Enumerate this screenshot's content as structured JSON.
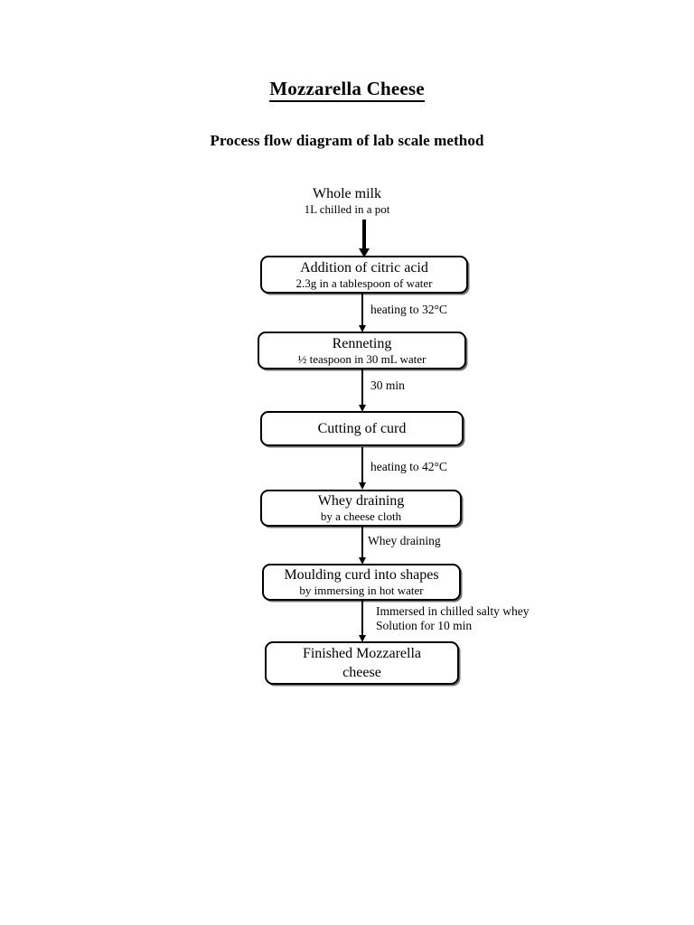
{
  "document": {
    "title": "Mozzarella Cheese",
    "subtitle": "Process flow diagram of lab scale method"
  },
  "flowchart": {
    "type": "process-flow-diagram",
    "orientation": "top-to-bottom",
    "start_node": {
      "main": "Whole milk",
      "sub": "1L chilled in a pot"
    },
    "nodes": [
      {
        "main": "Addition of citric acid",
        "sub": "2.3g in a tablespoon of water"
      },
      {
        "main": "Renneting",
        "sub": "½ teaspoon in 30 mL water"
      },
      {
        "main": "Cutting of curd",
        "sub": ""
      },
      {
        "main": "Whey draining",
        "sub": "by a cheese cloth"
      },
      {
        "main": "Moulding curd into shapes",
        "sub": "by immersing in hot water"
      },
      {
        "main": "Finished Mozzarella",
        "sub": "cheese"
      }
    ],
    "edge_labels": [
      {
        "line1": "",
        "line2": ""
      },
      {
        "line1": "heating to 32°C",
        "line2": ""
      },
      {
        "line1": "30 min",
        "line2": ""
      },
      {
        "line1": "heating to 42°C",
        "line2": ""
      },
      {
        "line1": "Whey draining",
        "line2": ""
      },
      {
        "line1": "Immersed in chilled salty whey",
        "line2": "Solution for 10 min"
      }
    ]
  }
}
